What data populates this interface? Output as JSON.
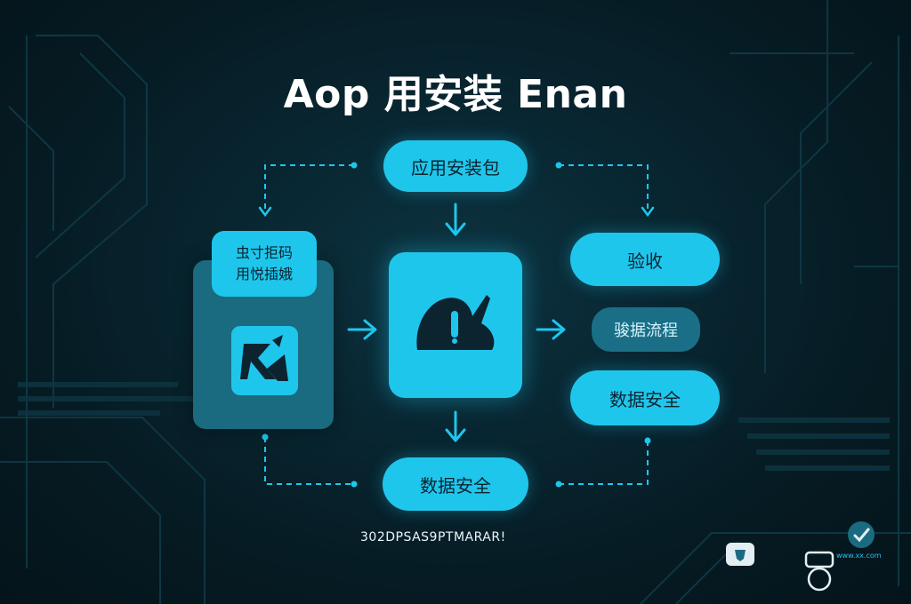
{
  "title": "Aop 用安装 Enan",
  "nodes": {
    "top": "应用安装包",
    "left_label_line1": "虫寸拒码",
    "left_label_line2": "用悦插娥",
    "right_top": "验收",
    "right_middle": "骏据流程",
    "right_bottom": "数据安全",
    "bottom": "数据安全"
  },
  "footer_code": "302DPSAS9PTMARAR!",
  "corner_caption": "www.xx.com",
  "colors": {
    "accent": "#1fc6ec",
    "card_dark": "#1b6b80",
    "background": "#061820"
  },
  "icons": {
    "left_card": "brand-glyph-icon",
    "center_card": "app-install-icon",
    "bottom_right_badge": "shield-badge-icon",
    "bottom_right_mark": "check-circle-icon"
  }
}
